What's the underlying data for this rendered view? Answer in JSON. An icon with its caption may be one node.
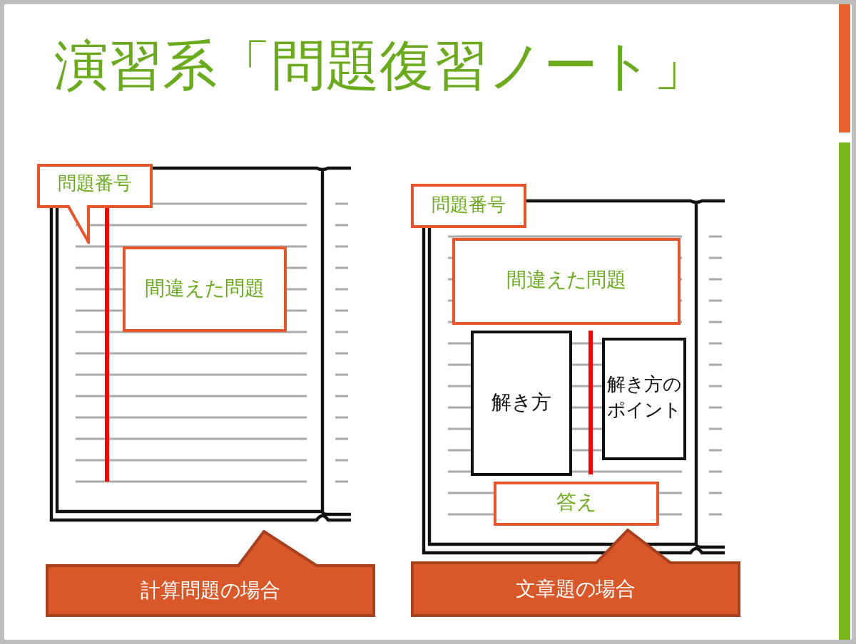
{
  "diagram": {
    "title": "演習系「問題復習ノート」",
    "nodes": [
      {
        "text": [
          "問題番号"
        ]
      },
      {
        "text": [
          "間違えた問題"
        ]
      },
      {
        "text": [
          "計算問題の場合"
        ]
      },
      {
        "text": [
          "問題番号"
        ]
      },
      {
        "text": [
          "間違えた問題"
        ]
      },
      {
        "text": [
          "解き方"
        ]
      },
      {
        "text": [
          "解き方のポイント"
        ]
      },
      {
        "text": [
          "答え"
        ]
      },
      {
        "text": [
          "文章題の場合"
        ]
      }
    ]
  }
}
